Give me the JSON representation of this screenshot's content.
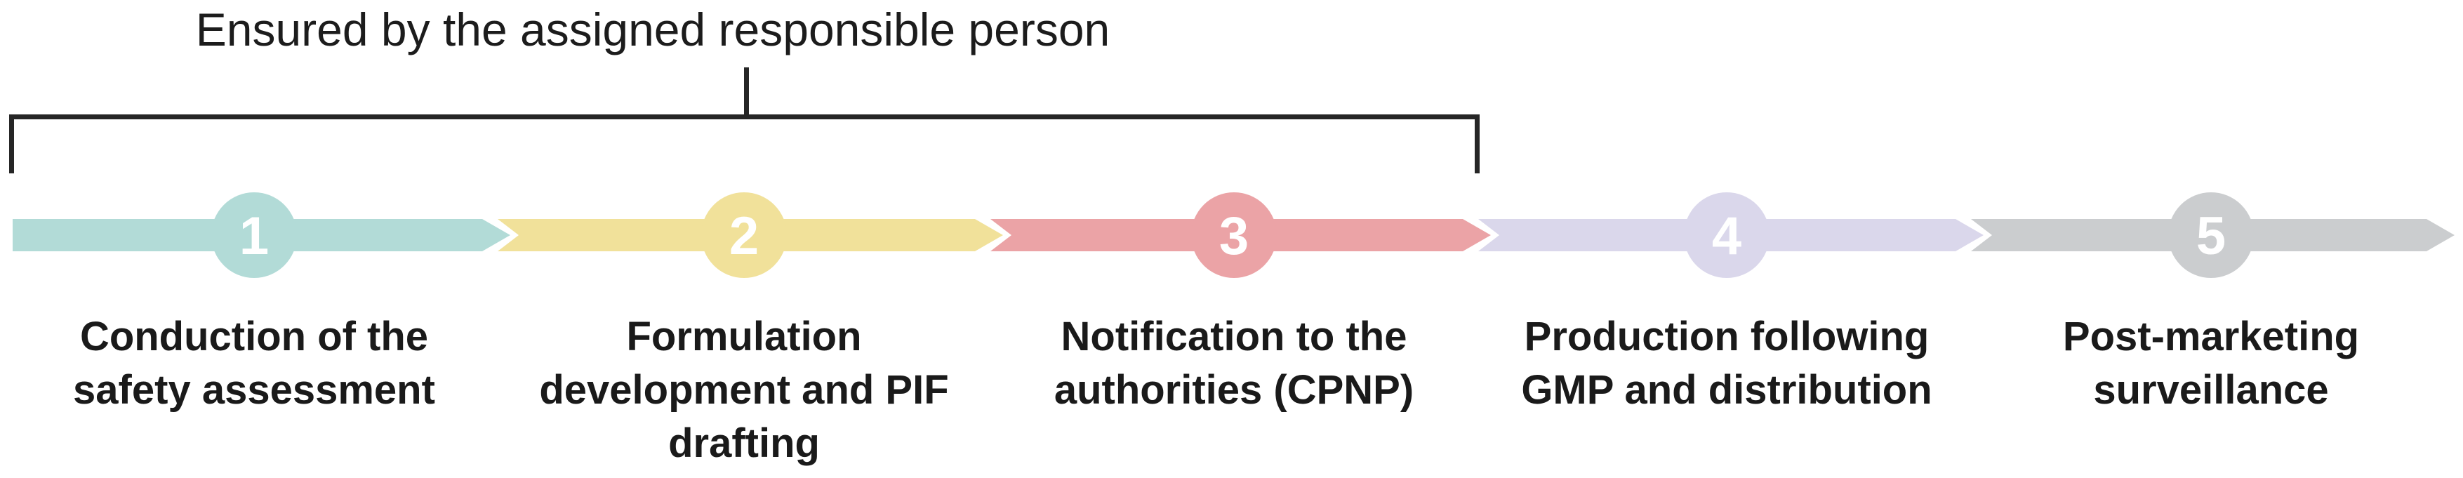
{
  "title": "Ensured by the assigned responsible person",
  "bracket": {
    "color": "#262626",
    "spans_steps": "1-3"
  },
  "steps": [
    {
      "number": "1",
      "color": "#b2dbd7",
      "label_lines": [
        "Conduction of the",
        "safety assessment"
      ]
    },
    {
      "number": "2",
      "color": "#f1e19a",
      "label_lines": [
        "Formulation",
        "development and PIF",
        "drafting"
      ]
    },
    {
      "number": "3",
      "color": "#eba3a6",
      "label_lines": [
        "Notification to the",
        "authorities (CPNP)"
      ]
    },
    {
      "number": "4",
      "color": "#dad7eb",
      "label_lines": [
        "Production following",
        "GMP and distribution"
      ]
    },
    {
      "number": "5",
      "color": "#cbcdcf",
      "label_lines": [
        "Post-marketing",
        "surveillance"
      ]
    }
  ],
  "text_colors": {
    "number_color": "#ffffff",
    "label_color": "#1a1a1a",
    "title_color": "#1c1c1c"
  }
}
